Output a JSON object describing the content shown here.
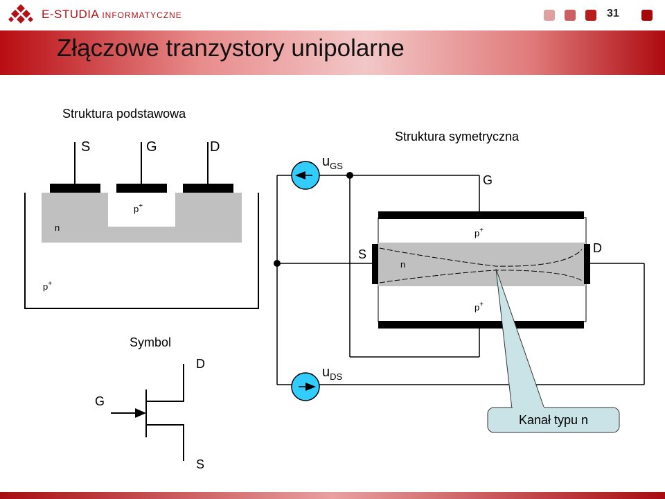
{
  "header": {
    "brand_main": "E-STUDIA",
    "brand_sub": "INFORMATYCZNE",
    "page_number": "31",
    "square_colors": [
      "#e0a0a0",
      "#cc6060",
      "#b81c1c",
      "#a50a0a"
    ]
  },
  "slide": {
    "title": "Złączowe tranzystory unipolarne"
  },
  "basic_structure": {
    "title": "Struktura podstawowa",
    "source": "S",
    "gate": "G",
    "drain": "D",
    "region_p_top": "p",
    "region_n": "n",
    "region_p_sub": "p",
    "plus": "+"
  },
  "symbol": {
    "title": "Symbol",
    "drain": "D",
    "gate": "G",
    "source": "S"
  },
  "symmetric_structure": {
    "title": "Struktura symetryczna",
    "gate": "G",
    "source": "S",
    "drain": "D",
    "region_p_top": "p",
    "region_n": "n",
    "region_p_bottom": "p",
    "plus": "+",
    "u_gs_main": "u",
    "u_gs_sub": "GS",
    "u_ds_main": "u",
    "u_ds_sub": "DS",
    "callout": "Kanał typu n"
  },
  "colors": {
    "accent": "#b80d12",
    "semiconductor_gray": "#c0c0c0",
    "source_fill": "#33ccff",
    "callout_fill": "#c9e3e6"
  }
}
